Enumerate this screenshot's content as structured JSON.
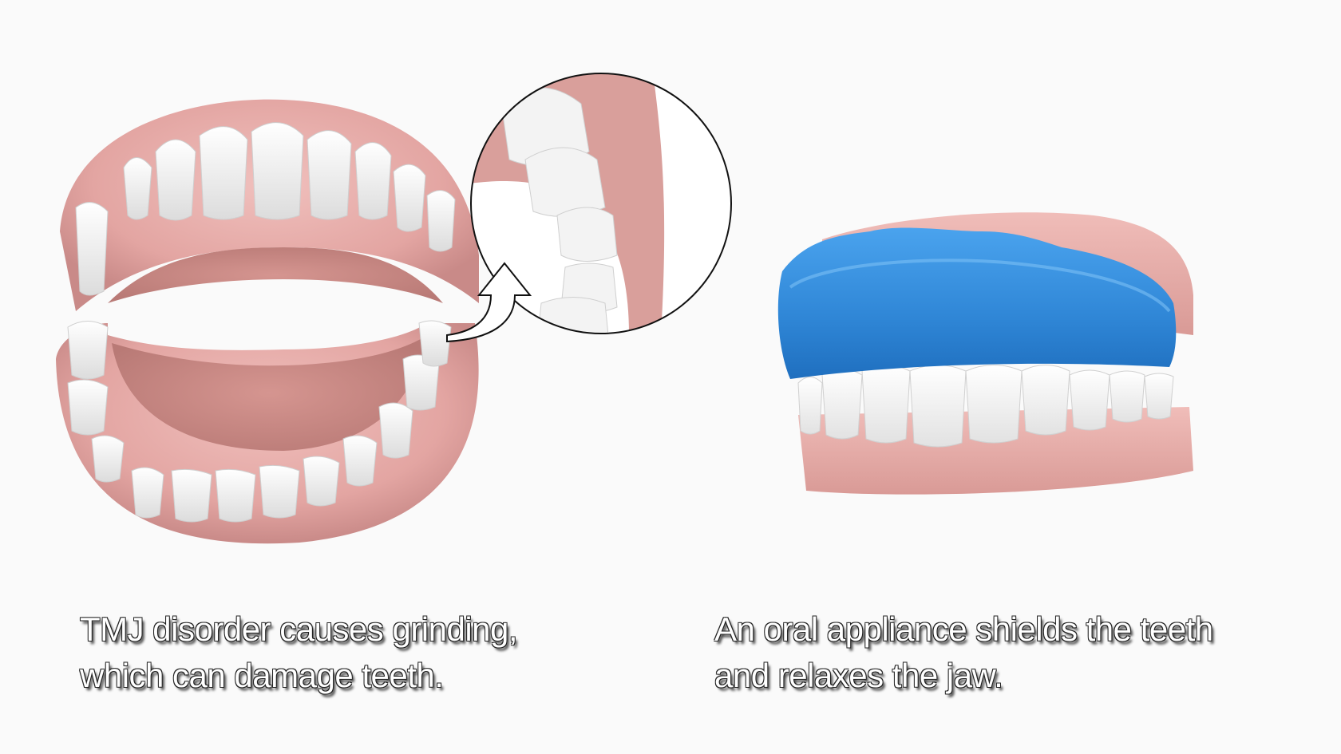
{
  "background_color": "#fafafa",
  "left_panel": {
    "illustration": "open-jaw-teeth",
    "zoom_callout": "molar-grinding-closeup",
    "caption": {
      "line1": "TMJ disorder causes grinding,",
      "line2": "which can damage teeth."
    }
  },
  "right_panel": {
    "illustration": "teeth-with-mouthguard",
    "appliance_color": "#2f86d6",
    "gum_color": "#e6a9a6",
    "caption": {
      "line1": "An oral appliance shields the teeth",
      "line2": "and relaxes the jaw."
    }
  }
}
